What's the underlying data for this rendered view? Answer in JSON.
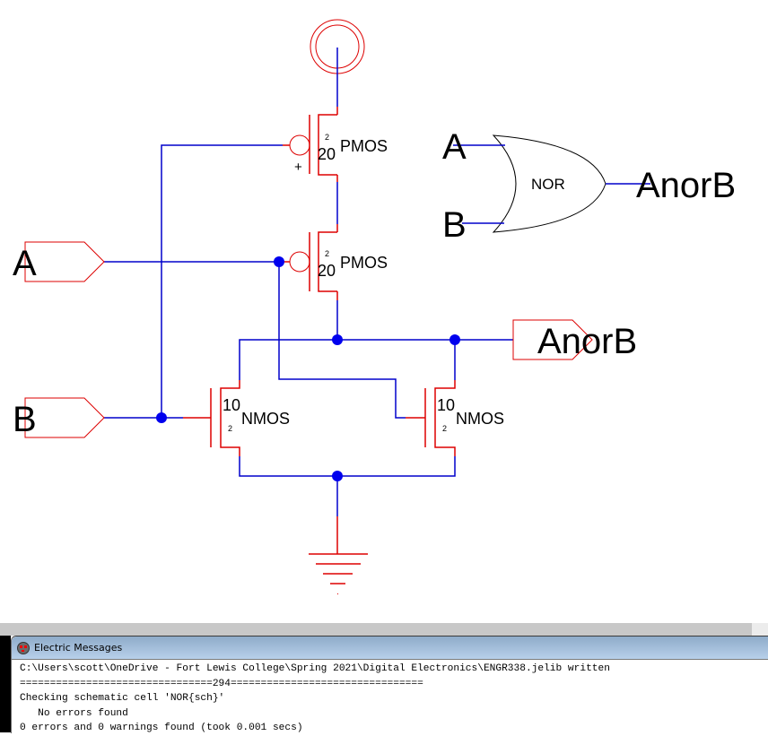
{
  "schematic": {
    "cell": "NOR{sch}",
    "colors": {
      "wire": "#0000cc",
      "component": "#dd0000",
      "icon_body": "#000000",
      "background": "#ffffff"
    },
    "power": {
      "vdd_icon": "power-supply-icon",
      "gnd_icon": "ground-icon"
    },
    "exports": [
      {
        "name": "A",
        "direction": "input"
      },
      {
        "name": "B",
        "direction": "input"
      },
      {
        "name": "AnorB",
        "direction": "output"
      }
    ],
    "transistors": [
      {
        "id": "pmos1",
        "type": "PMOS",
        "width": "20",
        "length": "2",
        "has_plus": true
      },
      {
        "id": "pmos2",
        "type": "PMOS",
        "width": "20",
        "length": "2"
      },
      {
        "id": "nmos1",
        "type": "NMOS",
        "width": "10",
        "length": "2"
      },
      {
        "id": "nmos2",
        "type": "NMOS",
        "width": "10",
        "length": "2"
      }
    ],
    "plus_mark": "+",
    "icon": {
      "gate_label": "NOR",
      "input_a": "A",
      "input_b": "B",
      "output": "AnorB"
    }
  },
  "messages_window": {
    "title": "Electric Messages",
    "lines": [
      "C:\\Users\\scott\\OneDrive - Fort Lewis College\\Spring 2021\\Digital Electronics\\ENGR338.jelib written",
      "================================294================================",
      "Checking schematic cell 'NOR{sch}'",
      "   No errors found",
      "0 errors and 0 warnings found (took 0.001 secs)"
    ]
  }
}
